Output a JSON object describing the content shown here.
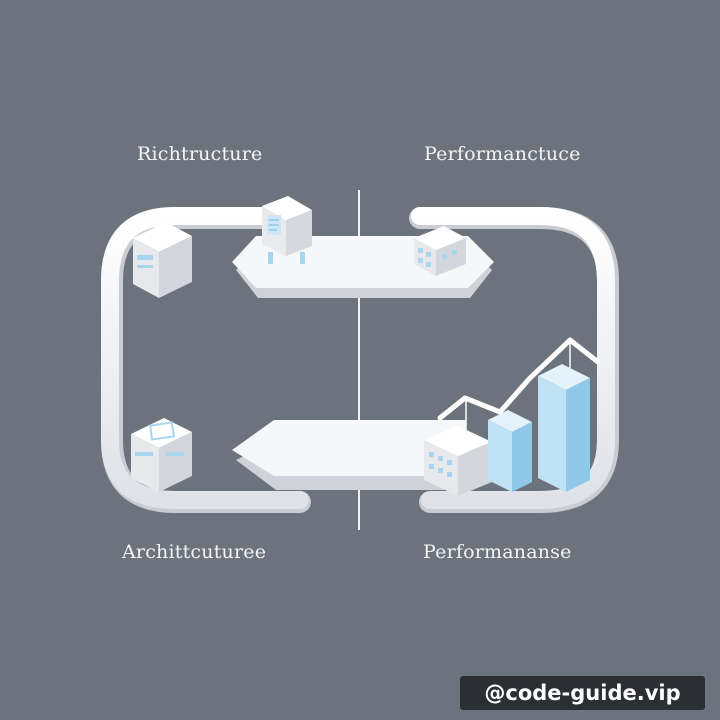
{
  "labels": {
    "top_left": "Richtructure",
    "top_right": "Performanctuce",
    "bottom_left": "Archittcuturee",
    "bottom_right": "Performananse"
  },
  "watermark": "@code-guide.vip",
  "colors": {
    "background": "#6d737c",
    "pipe": "#f4f5f7",
    "accent_blue": "#a9d6ef",
    "text": "#f3f4f6"
  },
  "icons": [
    "server-cube-icon",
    "monitor-desk-icon",
    "building-icon",
    "chart-arrow-icon",
    "bar-chart-icon"
  ]
}
